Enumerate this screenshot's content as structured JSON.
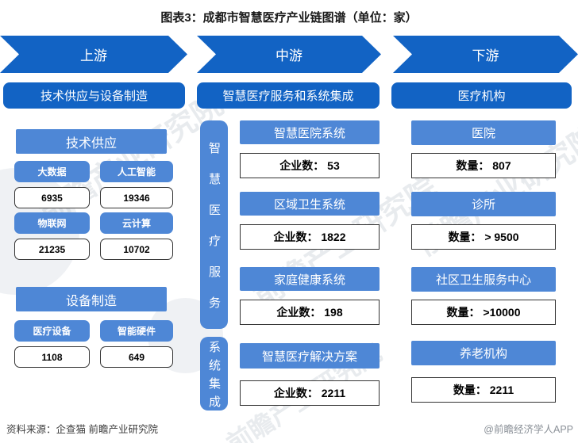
{
  "title": "图表3：成都市智慧医疗产业链图谱（单位：家）",
  "colors": {
    "primary_blue": "#1263c4",
    "light_blue": "#4e87d6",
    "value_border": "#333333",
    "source_text": "#3d3d3d",
    "credit_text": "#8b9198"
  },
  "upstream": {
    "arrow": "上游",
    "header": "技术供应与设备制造",
    "groups": [
      {
        "title": "技术供应",
        "items": [
          {
            "label": "大数据",
            "value": "6935"
          },
          {
            "label": "人工智能",
            "value": "19346"
          },
          {
            "label": "物联网",
            "value": "21235"
          },
          {
            "label": "云计算",
            "value": "10702"
          }
        ]
      },
      {
        "title": "设备制造",
        "items": [
          {
            "label": "医疗设备",
            "value": "1108"
          },
          {
            "label": "智能硬件",
            "value": "649"
          }
        ]
      }
    ]
  },
  "midstream": {
    "arrow": "中游",
    "header": "智慧医疗服务和系统集成",
    "sections": [
      {
        "side_label": "智慧医疗服务",
        "items": [
          {
            "label": "智慧医院系统",
            "value": "企业数： 53"
          },
          {
            "label": "区域卫生系统",
            "value": "企业数： 1822"
          },
          {
            "label": "家庭健康系统",
            "value": "企业数： 198"
          }
        ]
      },
      {
        "side_label": "系统集成",
        "items": [
          {
            "label": "智慧医疗解决方案",
            "value": "企业数： 2211"
          }
        ]
      }
    ]
  },
  "downstream": {
    "arrow": "下游",
    "header": "医疗机构",
    "items": [
      {
        "label": "医院",
        "value": "数量： 807"
      },
      {
        "label": "诊所",
        "value": "数量： > 9500"
      },
      {
        "label": "社区卫生服务中心",
        "value": "数量： >10000"
      },
      {
        "label": "养老机构",
        "value": "数量： 2211"
      }
    ]
  },
  "footer": {
    "source": "资料来源：企查猫 前瞻产业研究院",
    "credit": "@前瞻经济学人APP"
  },
  "watermarks": {
    "brand_text": "前瞻产业研究院"
  }
}
